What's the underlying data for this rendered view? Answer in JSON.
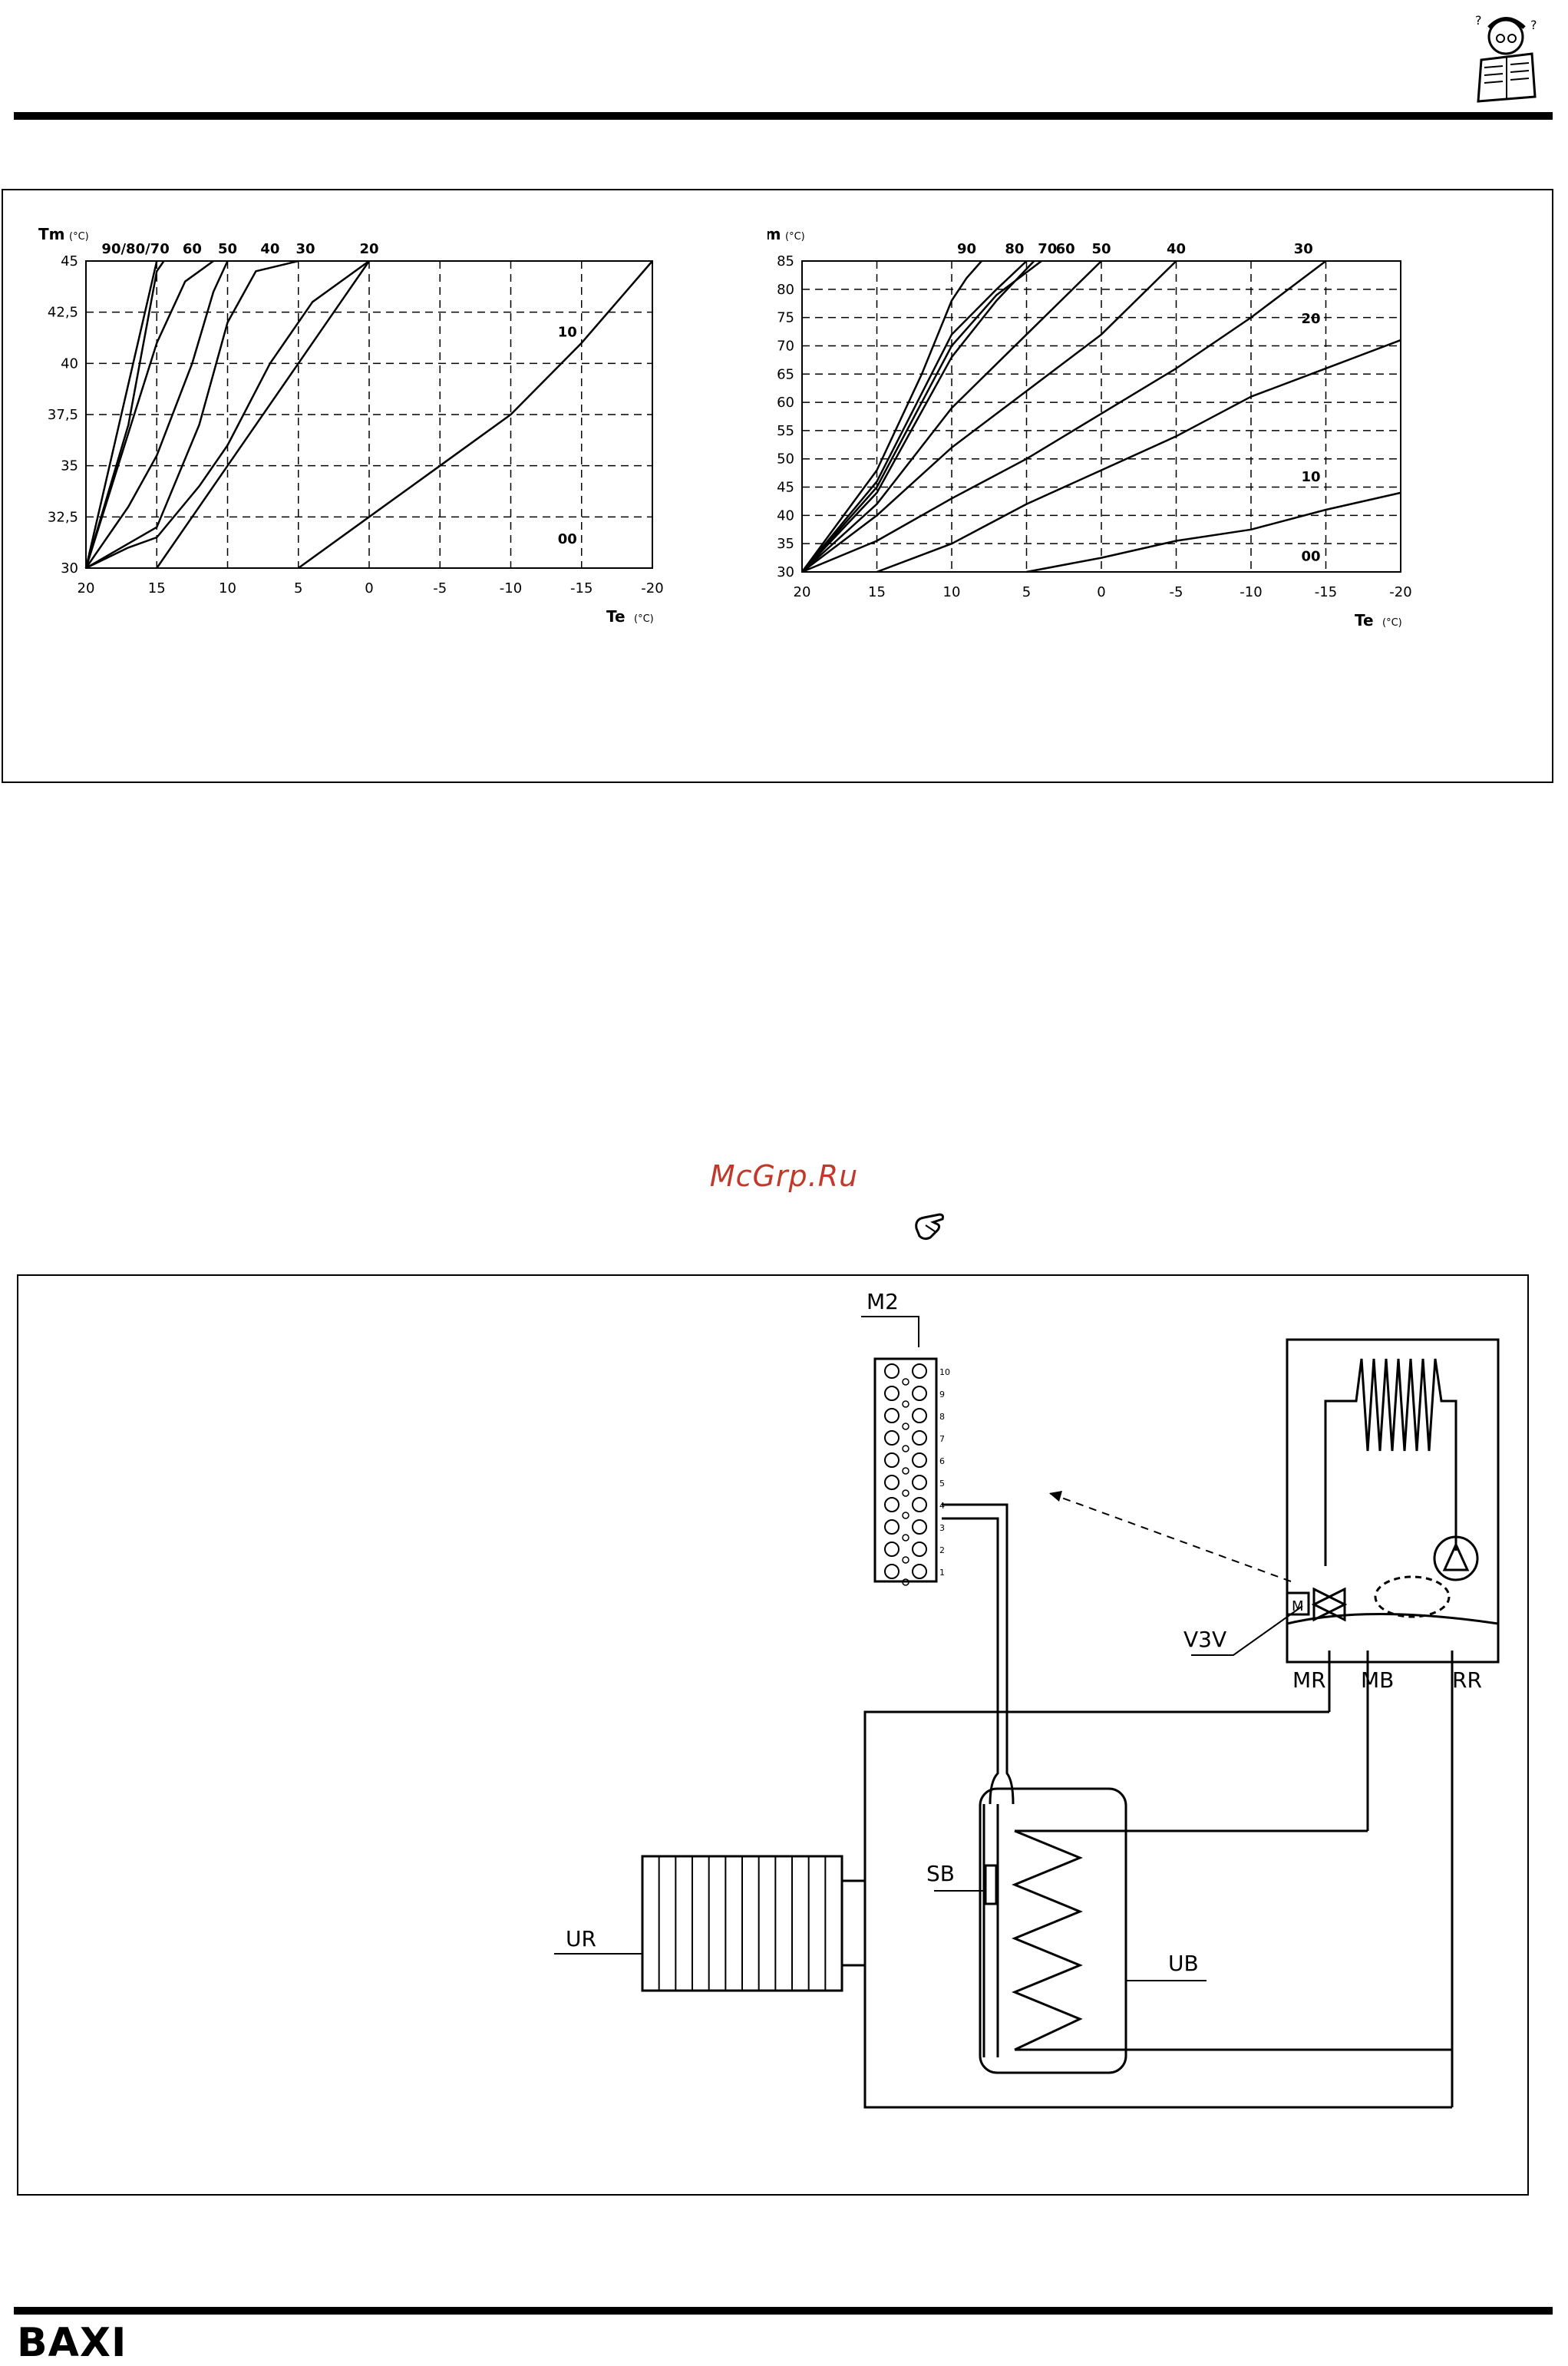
{
  "page": {
    "watermark": "McGrp.Ru",
    "brand": "BAXI",
    "mascot_icon": "reading-man-icon",
    "note_icon": "pointing-hand-icon"
  },
  "chart_data": [
    {
      "type": "line",
      "ylabel": "Tm",
      "ylabel_unit": "(°C)",
      "xlabel": "Te",
      "xlabel_unit": "(°C)",
      "xlim": [
        20,
        -20
      ],
      "ylim": [
        30,
        45
      ],
      "x_ticks": [
        20,
        15,
        10,
        5,
        0,
        -5,
        -10,
        -15,
        -20
      ],
      "x_tick_labels": [
        "20",
        "15",
        "10",
        "5",
        "0",
        "-5",
        "-10",
        "-15",
        "-20"
      ],
      "y_ticks": [
        30,
        32.5,
        35,
        37.5,
        40,
        42.5,
        45
      ],
      "y_tick_labels": [
        "30",
        "32,5",
        "35",
        "37,5",
        "40",
        "42,5",
        "45"
      ],
      "grid": true,
      "top_labels": [
        {
          "text": "90/80/70",
          "x": 16.5
        },
        {
          "text": "60",
          "x": 12.5
        },
        {
          "text": "50",
          "x": 10
        },
        {
          "text": "40",
          "x": 7
        },
        {
          "text": "30",
          "x": 4.5
        },
        {
          "text": "20",
          "x": 0
        }
      ],
      "inner_labels": [
        {
          "text": "10",
          "x": -14,
          "y": 41.3
        },
        {
          "text": "00",
          "x": -14,
          "y": 31.2
        }
      ],
      "series": [
        {
          "values": [
            [
              20,
              30
            ],
            [
              17.5,
              37.5
            ],
            [
              15,
              45
            ]
          ]
        },
        {
          "values": [
            [
              20,
              30
            ],
            [
              17,
              37
            ],
            [
              15,
              44.5
            ],
            [
              14.5,
              45
            ]
          ]
        },
        {
          "values": [
            [
              20,
              30
            ],
            [
              17.5,
              35.5
            ],
            [
              15,
              41
            ],
            [
              13,
              44
            ],
            [
              11,
              45
            ]
          ]
        },
        {
          "values": [
            [
              20,
              30
            ],
            [
              17,
              33
            ],
            [
              15,
              35.5
            ],
            [
              12.5,
              40
            ],
            [
              11,
              43.5
            ],
            [
              10,
              45
            ]
          ]
        },
        {
          "values": [
            [
              20,
              30
            ],
            [
              15,
              32
            ],
            [
              12,
              37
            ],
            [
              10,
              42
            ],
            [
              8,
              44.5
            ],
            [
              5,
              45
            ]
          ]
        },
        {
          "values": [
            [
              20,
              30
            ],
            [
              17,
              31
            ],
            [
              15,
              31.5
            ],
            [
              12,
              34
            ],
            [
              10,
              36
            ],
            [
              7,
              40
            ],
            [
              4,
              43
            ],
            [
              0,
              45
            ]
          ]
        },
        {
          "values": [
            [
              15,
              30
            ],
            [
              10,
              35
            ],
            [
              5,
              40
            ],
            [
              2,
              43
            ],
            [
              0,
              45
            ]
          ]
        },
        {
          "values": [
            [
              5,
              30
            ],
            [
              0,
              32.5
            ],
            [
              -5,
              35
            ],
            [
              -10,
              37.5
            ],
            [
              -15,
              41
            ],
            [
              -20,
              45
            ]
          ]
        }
      ]
    },
    {
      "type": "line",
      "ylabel": "Tm",
      "ylabel_unit": "(°C)",
      "xlabel": "Te",
      "xlabel_unit": "(°C)",
      "xlim": [
        20,
        -20
      ],
      "ylim": [
        30,
        85
      ],
      "x_ticks": [
        20,
        15,
        10,
        5,
        0,
        -5,
        -10,
        -15,
        -20
      ],
      "x_tick_labels": [
        "20",
        "15",
        "10",
        "5",
        "0",
        "-5",
        "-10",
        "-15",
        "-20"
      ],
      "y_ticks": [
        30,
        35,
        40,
        45,
        50,
        55,
        60,
        65,
        70,
        75,
        80,
        85
      ],
      "y_tick_labels": [
        "30",
        "35",
        "40",
        "45",
        "50",
        "55",
        "60",
        "65",
        "70",
        "75",
        "80",
        "85"
      ],
      "grid": true,
      "top_labels": [
        {
          "text": "90",
          "x": 9
        },
        {
          "text": "80",
          "x": 5.8
        },
        {
          "text": "70",
          "x": 3.6
        },
        {
          "text": "60",
          "x": 2.4
        },
        {
          "text": "50",
          "x": 0
        },
        {
          "text": "40",
          "x": -5
        },
        {
          "text": "30",
          "x": -13.5
        }
      ],
      "inner_labels": [
        {
          "text": "20",
          "x": -14,
          "y": 74
        },
        {
          "text": "10",
          "x": -14,
          "y": 46
        },
        {
          "text": "00",
          "x": -14,
          "y": 32
        }
      ],
      "series": [
        {
          "values": [
            [
              20,
              30
            ],
            [
              15,
              48
            ],
            [
              12,
              65
            ],
            [
              10,
              78
            ],
            [
              9,
              82
            ],
            [
              8,
              85
            ]
          ]
        },
        {
          "values": [
            [
              20,
              30
            ],
            [
              15,
              46
            ],
            [
              10,
              72
            ],
            [
              7,
              80
            ],
            [
              5,
              85
            ]
          ]
        },
        {
          "values": [
            [
              20,
              30
            ],
            [
              15,
              45
            ],
            [
              10,
              70
            ],
            [
              7,
              79
            ],
            [
              5,
              83
            ],
            [
              4,
              85
            ]
          ]
        },
        {
          "values": [
            [
              20,
              30
            ],
            [
              15,
              44
            ],
            [
              10,
              68
            ],
            [
              7,
              78
            ],
            [
              4.5,
              85
            ]
          ]
        },
        {
          "values": [
            [
              20,
              30
            ],
            [
              15,
              42
            ],
            [
              10,
              59
            ],
            [
              5,
              72
            ],
            [
              0,
              85
            ]
          ]
        },
        {
          "values": [
            [
              20,
              30
            ],
            [
              15,
              40
            ],
            [
              10,
              52
            ],
            [
              5,
              62
            ],
            [
              0,
              72
            ],
            [
              -5,
              85
            ]
          ]
        },
        {
          "values": [
            [
              20,
              30
            ],
            [
              15,
              35.5
            ],
            [
              10,
              43
            ],
            [
              5,
              50
            ],
            [
              0,
              58
            ],
            [
              -5,
              66
            ],
            [
              -10,
              75
            ],
            [
              -15,
              85
            ]
          ]
        },
        {
          "values": [
            [
              15,
              30
            ],
            [
              10,
              35
            ],
            [
              5,
              42
            ],
            [
              0,
              48
            ],
            [
              -5,
              54
            ],
            [
              -10,
              61
            ],
            [
              -15,
              66
            ],
            [
              -20,
              71
            ]
          ]
        },
        {
          "values": [
            [
              5,
              30
            ],
            [
              0,
              32.5
            ],
            [
              -5,
              35.5
            ],
            [
              -10,
              37.5
            ],
            [
              -15,
              41
            ],
            [
              -20,
              44
            ]
          ]
        }
      ]
    }
  ],
  "diagram": {
    "labels": {
      "terminal_block": "M2",
      "valve": "V3V",
      "flow_heating": "MR",
      "flow_boiler": "MB",
      "return_heating": "RR",
      "sensor": "SB",
      "radiator": "UR",
      "storage_tank": "UB",
      "motor": "M"
    },
    "terminal_numbers": [
      "10",
      "9",
      "8",
      "7",
      "6",
      "5",
      "4",
      "3",
      "2",
      "1"
    ]
  }
}
